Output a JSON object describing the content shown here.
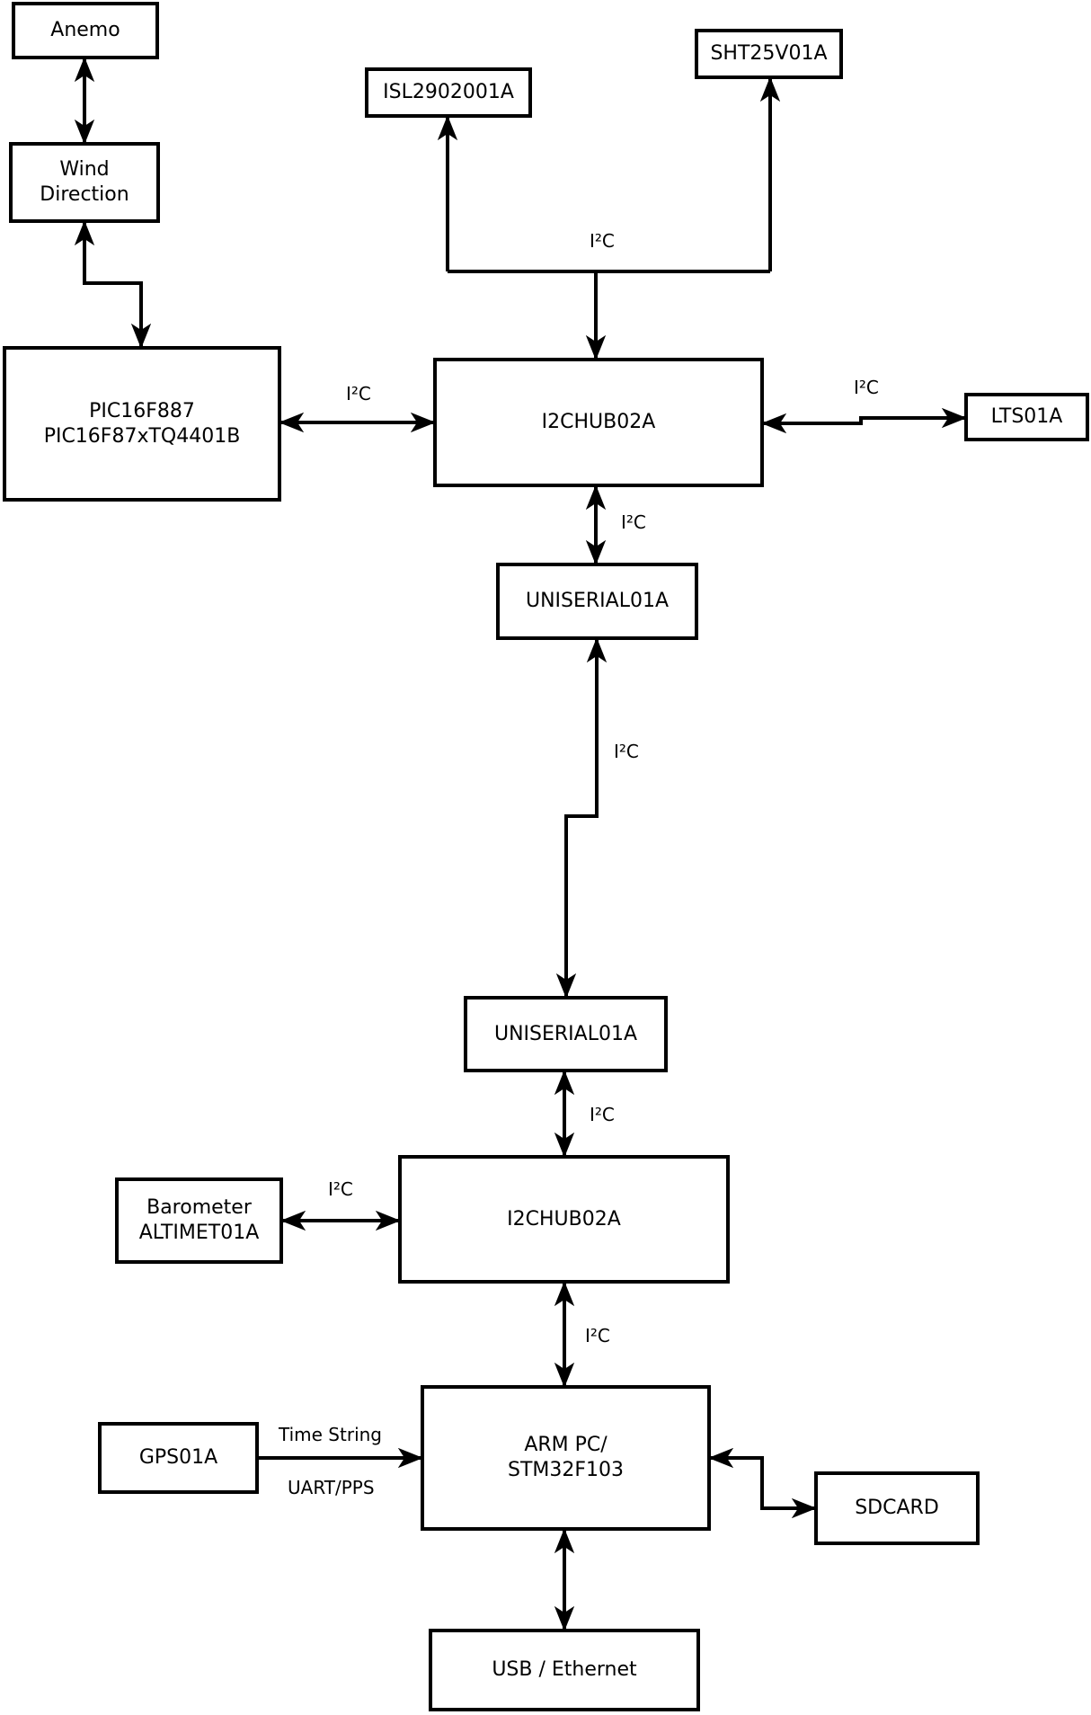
{
  "diagram": {
    "boxes": {
      "anemo": {
        "label": "Anemo"
      },
      "wind_direction": {
        "line1": "Wind",
        "line2": "Direction"
      },
      "pic": {
        "line1": "PIC16F887",
        "line2": "PIC16F87xTQ4401B"
      },
      "isl": {
        "label": "ISL2902001A"
      },
      "sht": {
        "label": "SHT25V01A"
      },
      "i2c_hub_top": {
        "label": "I2CHUB02A"
      },
      "lts": {
        "label": "LTS01A"
      },
      "uniserial_top": {
        "label": "UNISERIAL01A"
      },
      "uniserial_bottom": {
        "label": "UNISERIAL01A"
      },
      "i2c_hub_bottom": {
        "label": "I2CHUB02A"
      },
      "barometer": {
        "line1": "Barometer",
        "line2": "ALTIMET01A"
      },
      "arm_pc": {
        "line1": "ARM PC/",
        "line2": "STM32F103"
      },
      "gps": {
        "label": "GPS01A"
      },
      "sdcard": {
        "label": "SDCARD"
      },
      "usb_ethernet": {
        "label": "USB / Ethernet"
      }
    },
    "connection_labels": {
      "i2c_sensor_bus": "I²C",
      "i2c_pic_hub": "I²C",
      "i2c_hub_lts": "I²C",
      "i2c_hub_uniserial": "I²C",
      "i2c_uniserial_link": "I²C",
      "i2c_uniserial_hub2": "I²C",
      "i2c_barometer_hub2": "I²C",
      "i2c_hub2_arm": "I²C",
      "time_string": "Time String",
      "uart_pps": "UART/PPS"
    },
    "colors": {
      "line": "#000000",
      "box_border": "#000000",
      "box_fill": "#ffffff",
      "background": "#ffffff",
      "text": "#000000"
    }
  }
}
